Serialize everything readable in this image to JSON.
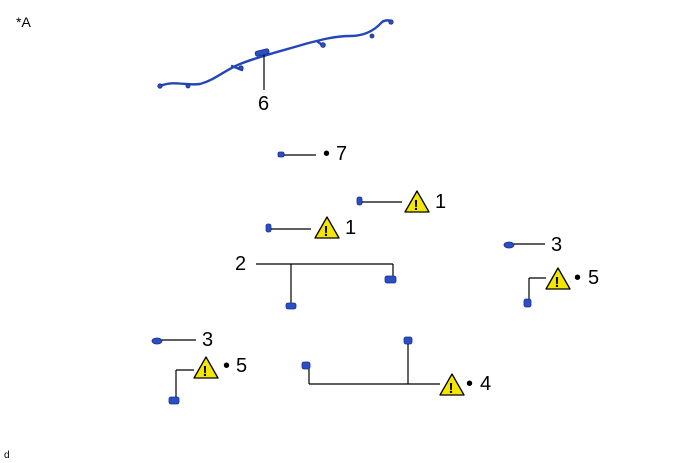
{
  "corner_label": "*A",
  "footer_code": "d",
  "parts": {
    "harness": {
      "number": "6"
    },
    "part7": {
      "number": "7",
      "bullet": "•"
    },
    "sensor_upper": {
      "number": "1"
    },
    "sensor_lower": {
      "number": "1"
    },
    "pair_center": {
      "number": "2"
    },
    "clip_right": {
      "number": "3"
    },
    "sensor_right": {
      "number": "5",
      "bullet": "•"
    },
    "clip_left": {
      "number": "3"
    },
    "sensor_left": {
      "number": "5",
      "bullet": "•"
    },
    "pair_bottom": {
      "number": "4",
      "bullet": "•"
    }
  },
  "caution_symbol": "!",
  "colors": {
    "part": "#2a4fc4",
    "caution": "#f5e600",
    "line": "#000000"
  }
}
